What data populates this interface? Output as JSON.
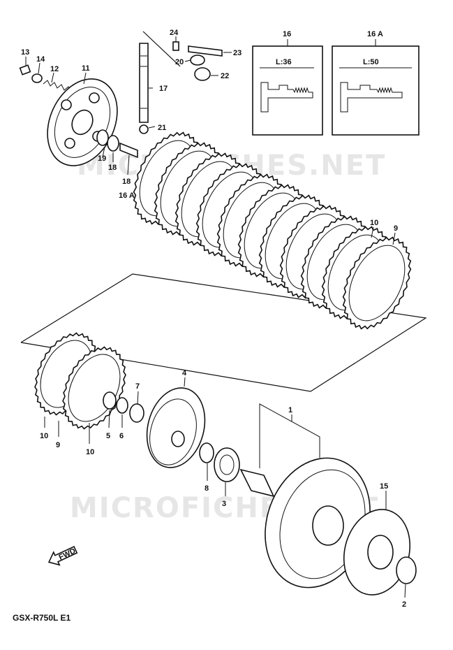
{
  "watermark": "MICROFICHES.NET",
  "model_code": "GSX-R750L E1",
  "inset_16": {
    "label": "16",
    "dim": "L:36"
  },
  "inset_16a": {
    "label": "16 A",
    "dim": "L:50"
  },
  "arrow_label": "FWD",
  "part_labels": {
    "p13": "13",
    "p14": "14",
    "p12": "12",
    "p11": "11",
    "p24": "24",
    "p23": "23",
    "p20": "20",
    "p22": "22",
    "p17": "17",
    "p21": "21",
    "p19": "19",
    "p18a": "18",
    "p18b": "18",
    "p16a": "16 A",
    "p10a": "10",
    "p9a": "9",
    "p10b": "10",
    "p9b": "9",
    "p10c": "10",
    "p5": "5",
    "p6": "6",
    "p7": "7",
    "p4": "4",
    "p8": "8",
    "p3": "3",
    "p1": "1",
    "p15": "15",
    "p2": "2"
  }
}
